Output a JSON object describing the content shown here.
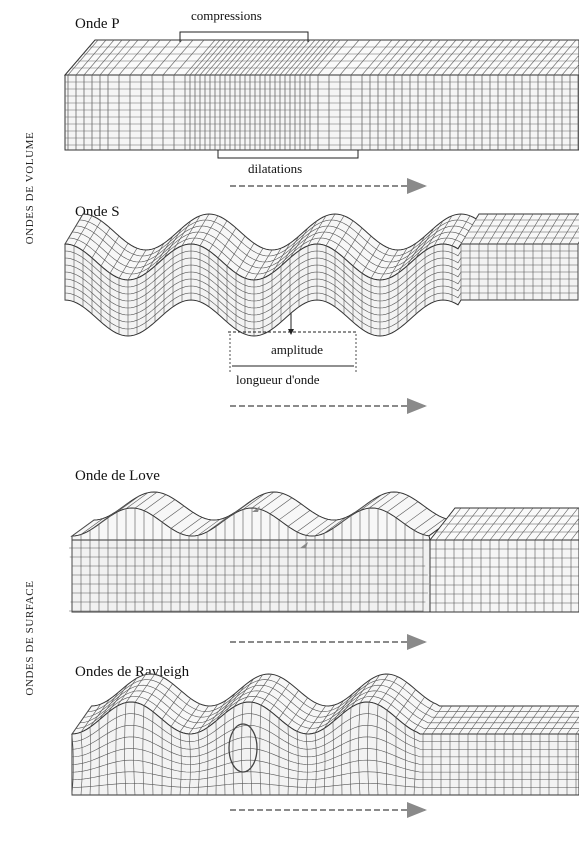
{
  "side_labels": {
    "volume": "ONDES DE VOLUME",
    "surface": "ONDES DE SURFACE"
  },
  "waves": [
    {
      "title": "Onde P"
    },
    {
      "title": "Onde S"
    },
    {
      "title": "Onde de Love"
    },
    {
      "title": "Ondes de Rayleigh"
    }
  ],
  "annotations": {
    "compressions": "compressions",
    "dilatations": "dilatations",
    "amplitude": "amplitude",
    "wavelength": "longueur d'onde"
  },
  "colors": {
    "grid": "#555555",
    "arrow": "#8a8a8a",
    "ink": "#111111"
  }
}
